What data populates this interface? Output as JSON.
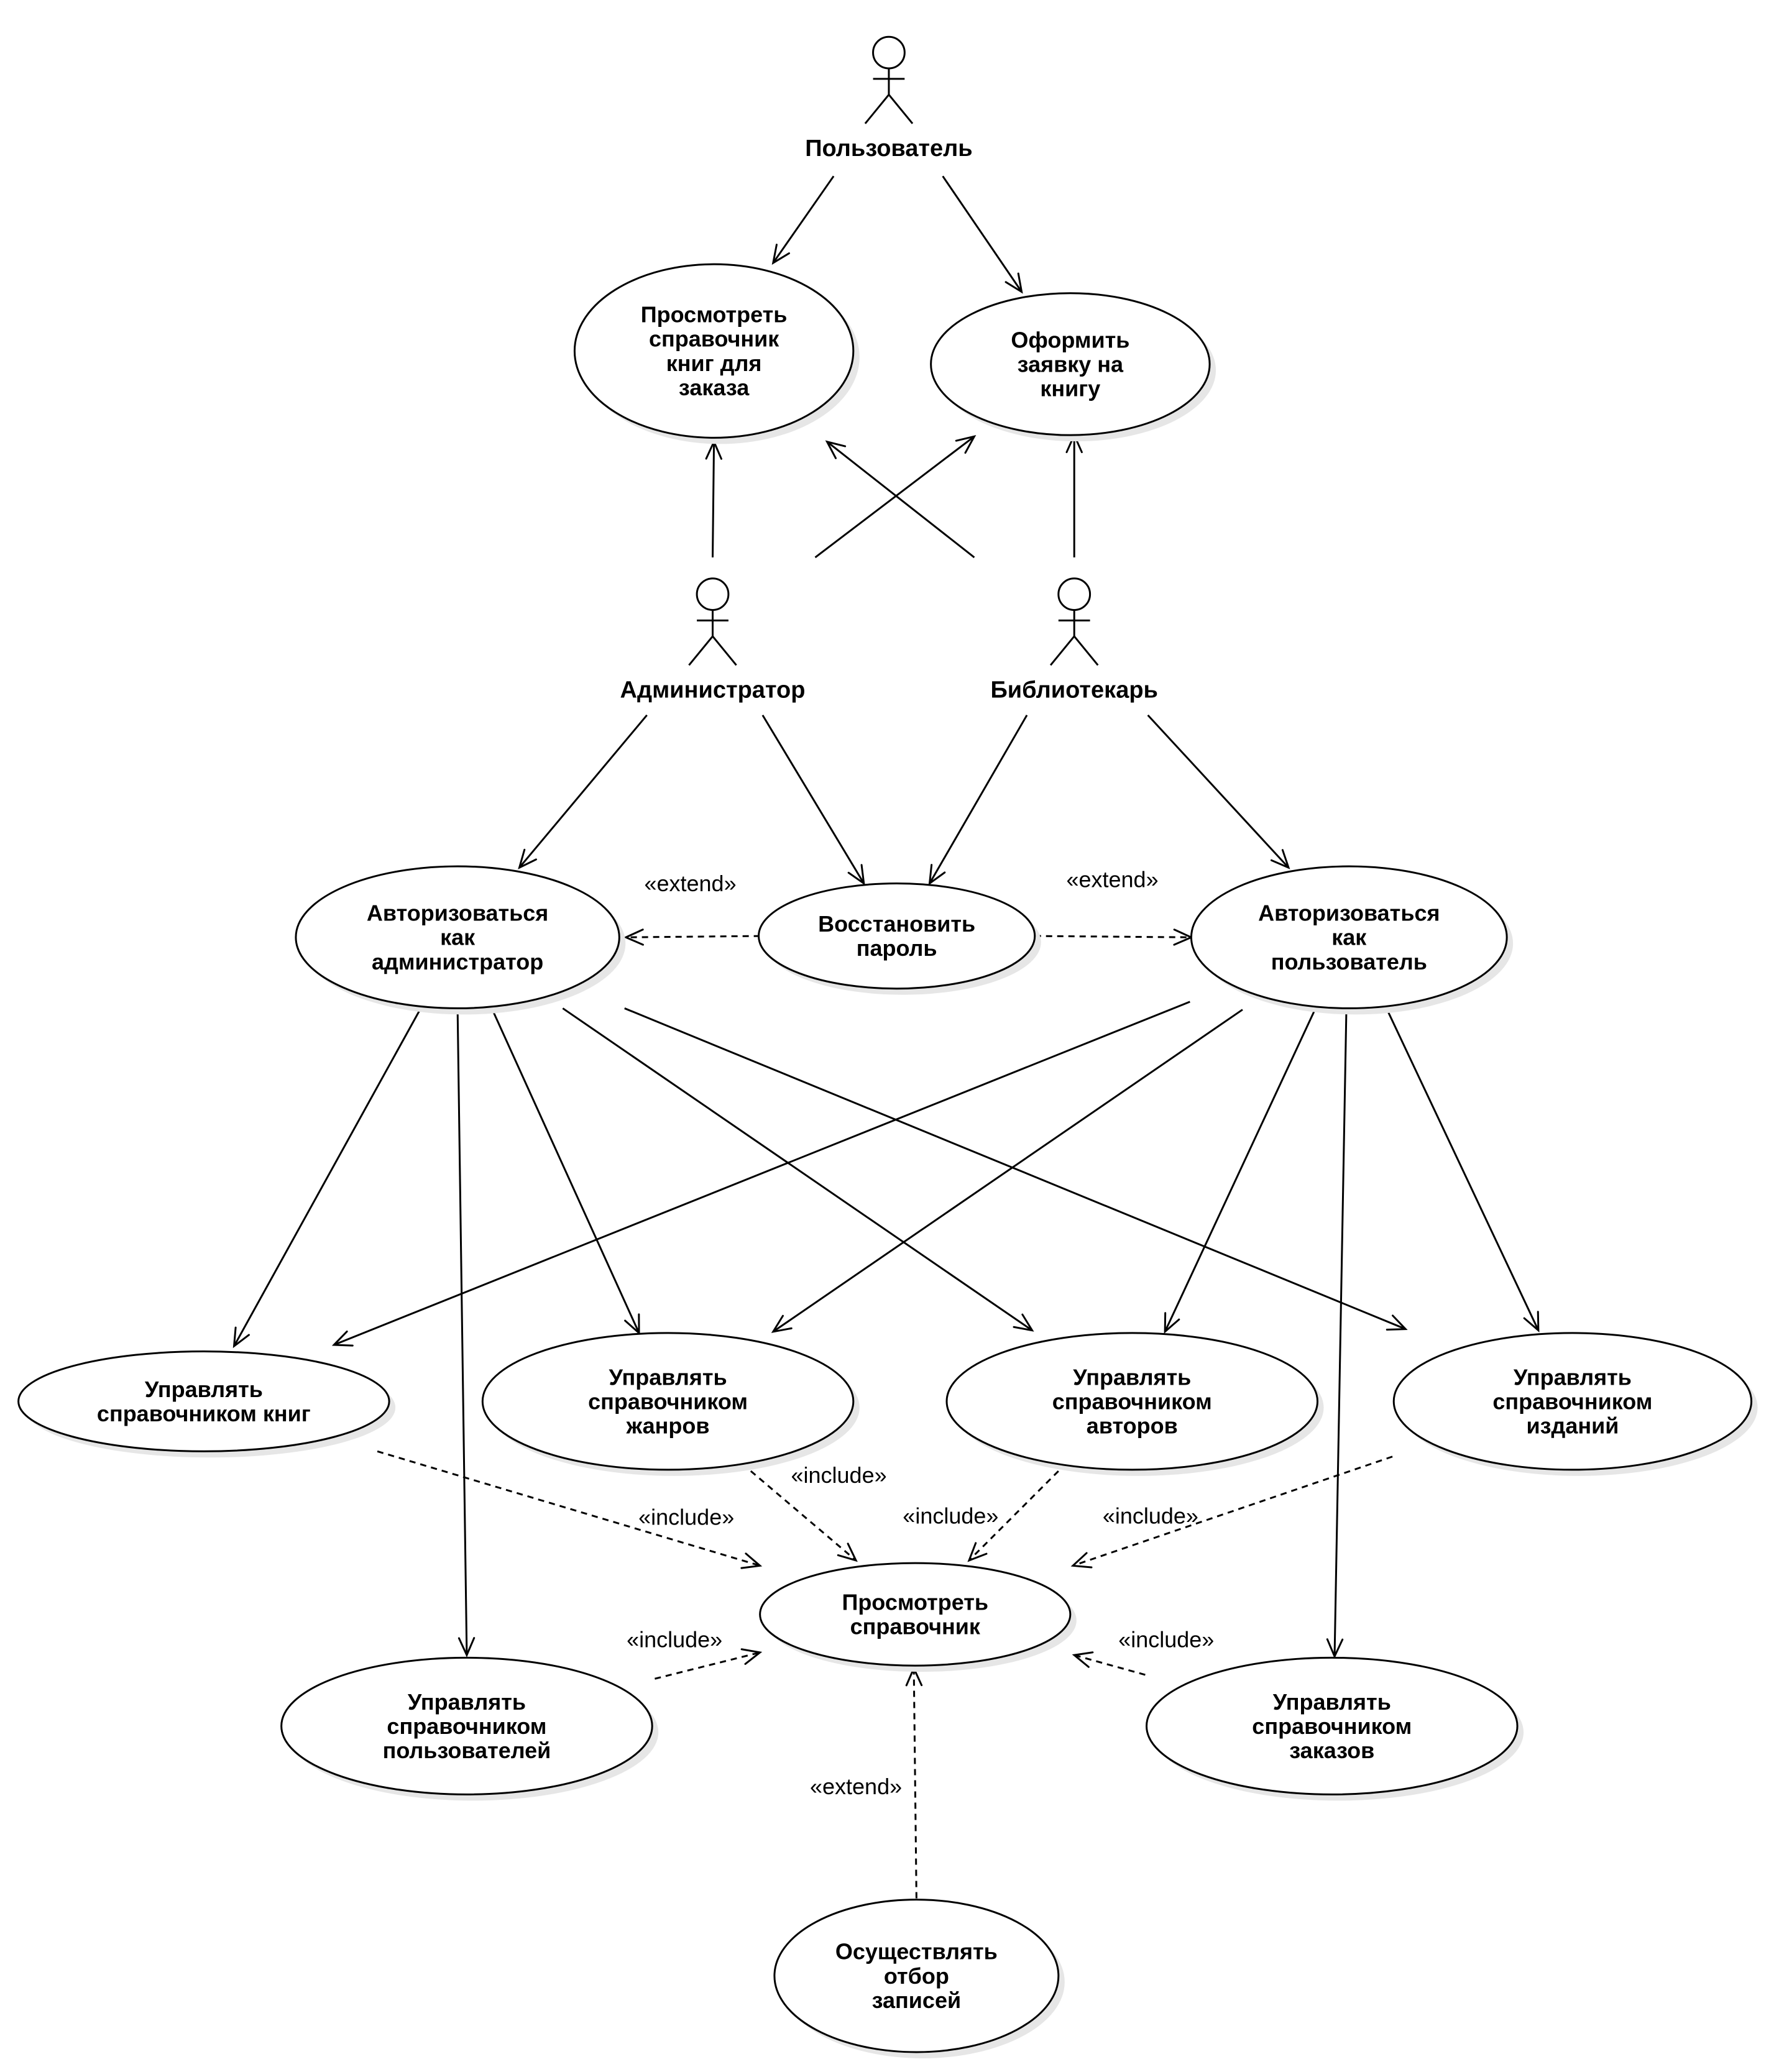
{
  "actors": [
    {
      "id": "user",
      "name": "Пользователь"
    },
    {
      "id": "admin",
      "name": "Администратор"
    },
    {
      "id": "librarian",
      "name": "Библиотекарь"
    }
  ],
  "use_cases": [
    {
      "id": "view_books_order",
      "lines": [
        "Просмотреть",
        "справочник",
        "книг для",
        "заказа"
      ]
    },
    {
      "id": "place_request",
      "lines": [
        "Оформить",
        "заявку на",
        "книгу"
      ]
    },
    {
      "id": "auth_admin",
      "lines": [
        "Авторизоваться",
        "как",
        "администратор"
      ]
    },
    {
      "id": "restore_password",
      "lines": [
        "Восстановить",
        "пароль"
      ]
    },
    {
      "id": "auth_user",
      "lines": [
        "Авторизоваться",
        "как",
        "пользователь"
      ]
    },
    {
      "id": "manage_books",
      "lines": [
        "Управлять",
        "справочником книг"
      ]
    },
    {
      "id": "manage_genres",
      "lines": [
        "Управлять",
        "справочником",
        "жанров"
      ]
    },
    {
      "id": "manage_authors",
      "lines": [
        "Управлять",
        "справочником",
        "авторов"
      ]
    },
    {
      "id": "manage_editions",
      "lines": [
        "Управлять",
        "справочником",
        "изданий"
      ]
    },
    {
      "id": "view_directory",
      "lines": [
        "Просмотреть",
        "справочник"
      ]
    },
    {
      "id": "manage_users",
      "lines": [
        "Управлять",
        "справочником",
        "пользователей"
      ]
    },
    {
      "id": "manage_orders",
      "lines": [
        "Управлять",
        "справочником",
        "заказов"
      ]
    },
    {
      "id": "filter_records",
      "lines": [
        "Осуществлять",
        "отбор",
        "записей"
      ]
    }
  ],
  "stereotypes": {
    "extend": "«extend»",
    "include": "«include»"
  },
  "relations": [
    {
      "from": "user",
      "to": "view_books_order",
      "kind": "association"
    },
    {
      "from": "user",
      "to": "place_request",
      "kind": "association"
    },
    {
      "from": "admin",
      "to": "view_books_order",
      "kind": "association"
    },
    {
      "from": "admin",
      "to": "place_request",
      "kind": "association"
    },
    {
      "from": "librarian",
      "to": "view_books_order",
      "kind": "association"
    },
    {
      "from": "librarian",
      "to": "place_request",
      "kind": "association"
    },
    {
      "from": "admin",
      "to": "auth_admin",
      "kind": "association"
    },
    {
      "from": "admin",
      "to": "restore_password",
      "kind": "association"
    },
    {
      "from": "librarian",
      "to": "restore_password",
      "kind": "association"
    },
    {
      "from": "librarian",
      "to": "auth_user",
      "kind": "association"
    },
    {
      "from": "restore_password",
      "to": "auth_admin",
      "kind": "extend"
    },
    {
      "from": "restore_password",
      "to": "auth_user",
      "kind": "extend"
    },
    {
      "from": "auth_admin",
      "to": "manage_books",
      "kind": "association"
    },
    {
      "from": "auth_admin",
      "to": "manage_users",
      "kind": "association"
    },
    {
      "from": "auth_admin",
      "to": "manage_genres",
      "kind": "association"
    },
    {
      "from": "auth_admin",
      "to": "manage_authors",
      "kind": "association"
    },
    {
      "from": "auth_admin",
      "to": "manage_editions",
      "kind": "association"
    },
    {
      "from": "auth_user",
      "to": "manage_books",
      "kind": "association"
    },
    {
      "from": "auth_user",
      "to": "manage_genres",
      "kind": "association"
    },
    {
      "from": "auth_user",
      "to": "manage_authors",
      "kind": "association"
    },
    {
      "from": "auth_user",
      "to": "manage_orders",
      "kind": "association"
    },
    {
      "from": "auth_user",
      "to": "manage_editions",
      "kind": "association"
    },
    {
      "from": "manage_books",
      "to": "view_directory",
      "kind": "include"
    },
    {
      "from": "manage_genres",
      "to": "view_directory",
      "kind": "include"
    },
    {
      "from": "manage_authors",
      "to": "view_directory",
      "kind": "include"
    },
    {
      "from": "manage_editions",
      "to": "view_directory",
      "kind": "include"
    },
    {
      "from": "manage_users",
      "to": "view_directory",
      "kind": "include"
    },
    {
      "from": "manage_orders",
      "to": "view_directory",
      "kind": "include"
    },
    {
      "from": "filter_records",
      "to": "view_directory",
      "kind": "extend"
    }
  ]
}
